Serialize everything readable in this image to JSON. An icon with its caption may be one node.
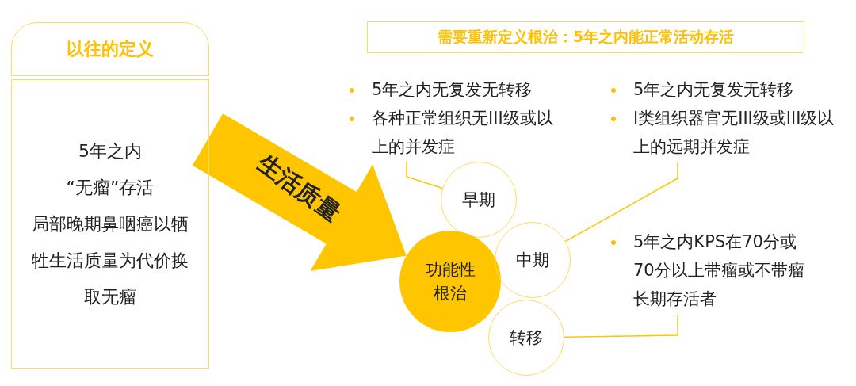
{
  "diagram": {
    "nodes": [
      {
        "text": [
          "以往的定义"
        ]
      },
      {
        "text": [
          "5年之内",
          "“无瘤”存活",
          "局部晚期鼻咽癌以牺牲生活质量为代价换取无瘤"
        ]
      },
      {
        "text": [
          "需要重新定义根治：5年之内能正常活动存活"
        ]
      },
      {
        "text": [
          "5年之内无复发无转移",
          "各种正常组织无III级或以上的并发症"
        ]
      },
      {
        "text": [
          "5年之内无复发无转移",
          "I类组织器官无III级或III级以上的远期并发症"
        ]
      },
      {
        "text": [
          "5年之内KPS在70分或70分以上带瘤或不带瘤长期存活者"
        ]
      },
      {
        "text": [
          "早期"
        ]
      },
      {
        "text": [
          "功能性根治"
        ]
      },
      {
        "text": [
          "中期"
        ]
      },
      {
        "text": [
          "转移"
        ]
      }
    ],
    "edges": [
      {
        "from": 1,
        "to": 7,
        "arrow": "to",
        "label": "生活质量",
        "style": "thick"
      },
      {
        "from": 3,
        "to": 6,
        "arrow": "none"
      },
      {
        "from": 4,
        "to": 8,
        "arrow": "none"
      },
      {
        "from": 5,
        "to": 9,
        "arrow": "none"
      }
    ]
  }
}
